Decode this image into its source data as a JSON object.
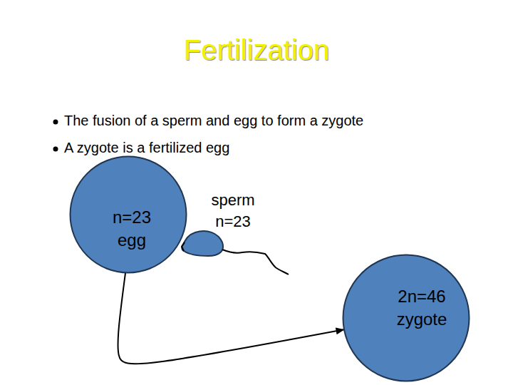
{
  "diagram": {
    "title": "Fertilization",
    "nodes": [
      {
        "text": [
          "n=23 egg"
        ]
      },
      {
        "text": [
          "sperm n=23"
        ]
      },
      {
        "text": [
          "2n=46 zygote"
        ]
      }
    ],
    "edges": [
      {
        "from": 0,
        "to": 2,
        "arrow": "to"
      }
    ],
    "labels": [
      "The fusion of a sperm and egg to form a zygote",
      "A zygote is a fertilized egg"
    ]
  }
}
